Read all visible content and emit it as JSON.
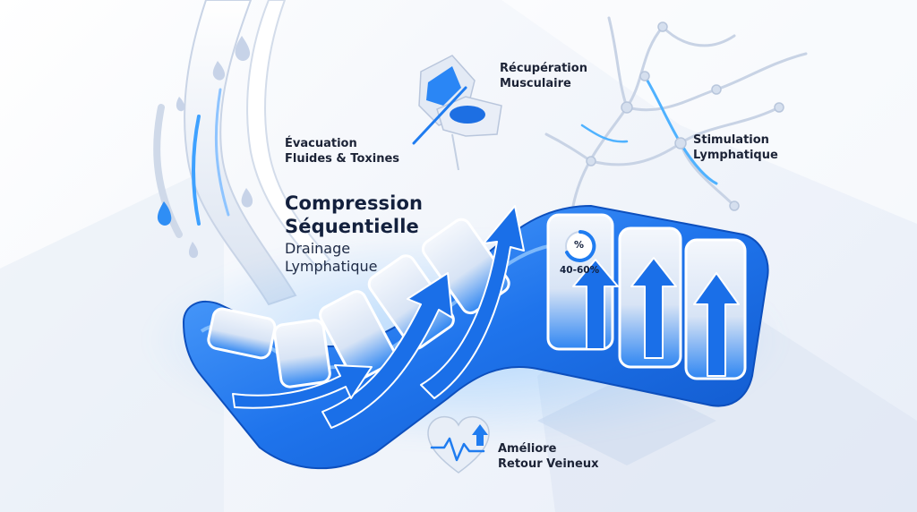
{
  "infographic": {
    "title_line1": "Compression",
    "title_line2": "Séquentielle",
    "subtitle_line1": "Drainage",
    "subtitle_line2": "Lymphatique"
  },
  "labels": {
    "evacuation_line1": "Évacuation",
    "evacuation_line2": "Fluides & Toxines",
    "recuperation_line1": "Récupération",
    "recuperation_line2": "Musculaire",
    "stimulation_line1": "Stimulation",
    "stimulation_line2": "Lymphatique",
    "ameliore_line1": "Améliore",
    "ameliore_line2": "Retour Veineux"
  },
  "pressure_badge": {
    "symbol": "%",
    "range": "40-60%"
  },
  "colors": {
    "primary_blue": "#1a6fe8",
    "light_blue": "#8ec4ff",
    "dark_text": "#13203d",
    "background": "#eef3fb"
  },
  "icons": [
    "water-drop-icon",
    "flexed-arm-muscle-icon",
    "lymph-network-icon",
    "heart-pulse-icon",
    "upward-arrow-icon"
  ]
}
